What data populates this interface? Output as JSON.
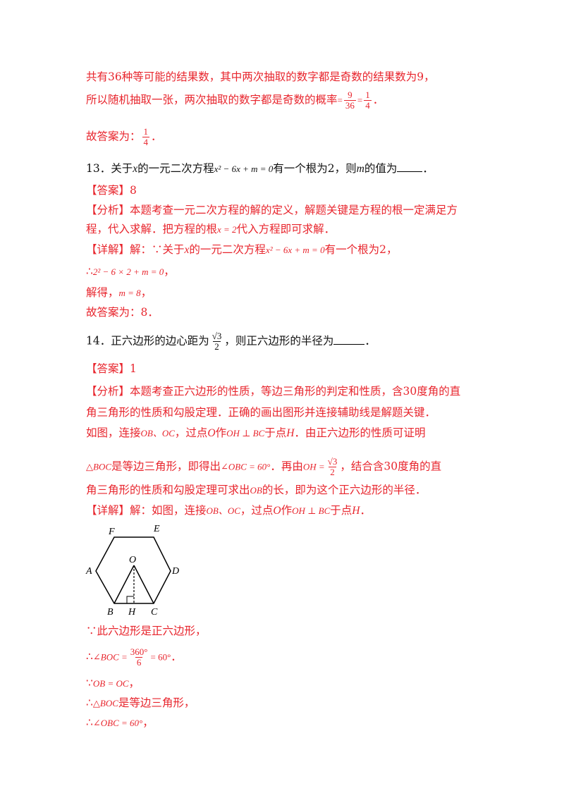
{
  "lines": {
    "l1": "共有36种等可能的结果数，其中两次抽取的数字都是奇数的结果数为9，",
    "l2a": "所以随机抽取一张，两次抽取的数字都是奇数的概率",
    "l2_f1_num": "9",
    "l2_f1_den": "36",
    "l2_f2_num": "1",
    "l2_f2_den": "4",
    "l3a": "故答案为：",
    "l3_num": "1",
    "l3_den": "4",
    "q13a": "13．关于",
    "q13_x": "x",
    "q13b": "的一元二次方程",
    "q13_eq": "x² − 6x + m = 0",
    "q13c": "有一个根为2，则",
    "q13_m": "m",
    "q13d": "的值为",
    "ans13": "【答案】8",
    "ana13a": "【分析】本题考查一元二次方程的解的定义，解题关键是方程的根一定满足方",
    "ana13b": "程，代入求解．把方程的根",
    "ana13b_eq": "x = 2",
    "ana13b2": "代入方程即可求解．",
    "det13a": "【详解】解：∵关于",
    "det13_x": "x",
    "det13b": "的一元二次方程",
    "det13_eq": "x² − 6x + m = 0",
    "det13c": "有一个根为2，",
    "det13d": "∴",
    "det13d_eq": "2² − 6 × 2 + m = 0",
    "det13e": "解得，",
    "det13e_eq": "m = 8",
    "det13f": "故答案为：8．",
    "q14a": "14．正六边形的边心距为",
    "q14_num": "√3",
    "q14_den": "2",
    "q14b": "，则正六边形的半径为",
    "ans14": "【答案】1",
    "ana14a": "【分析】本题考查正六边形的性质，等边三角形的判定和性质，含30度角的直",
    "ana14b": "角三角形的性质和勾股定理．正确的画出图形并连接辅助线是解题关键．",
    "ana14c1": "如图，连接",
    "ana14c_eq1": "OB、OC",
    "ana14c2": "，过点",
    "ana14c_o": "O",
    "ana14c3": "作",
    "ana14c_eq2": "OH ⊥ BC",
    "ana14c4": "于点",
    "ana14c_h": "H",
    "ana14c5": "．由正六边形的性质可证明",
    "ana14d_eq1": "△BOC",
    "ana14d1": "是等边三角形，即得出",
    "ana14d_eq2": "∠OBC = 60°",
    "ana14d2": "．再由",
    "ana14d_eq3": "OH =",
    "ana14d_num": "√3",
    "ana14d_den": "2",
    "ana14d3": "，结合含30度角的直",
    "ana14e1": "角三角形的性质和勾股定理可求出",
    "ana14e_eq": "OB",
    "ana14e2": "的长，即为这个正六边形的半径．",
    "det14a": "【详解】解：如图，连接",
    "det14_eq1": "OB、OC",
    "det14b": "，过点",
    "det14_o": "O",
    "det14c": "作",
    "det14_eq2": "OH ⊥ BC",
    "det14d": "于点",
    "det14_h": "H",
    "det14e": "．",
    "s1": "∵此六边形是正六边形，",
    "s2a": "∴",
    "s2_eq1": "∠BOC =",
    "s2_num": "360°",
    "s2_den": "6",
    "s2_eq2": "= 60°",
    "s2b": "．",
    "s3a": "∵",
    "s3_eq": "OB = OC",
    "s3b": "，",
    "s4a": "∴",
    "s4_eq": "△BOC",
    "s4b": "是等边三角形，",
    "s5a": "∴",
    "s5_eq": "∠OBC = 60°",
    "s5b": "，"
  },
  "figure": {
    "labels": {
      "A": "A",
      "B": "B",
      "C": "C",
      "D": "D",
      "E": "E",
      "F": "F",
      "O": "O",
      "H": "H"
    }
  }
}
